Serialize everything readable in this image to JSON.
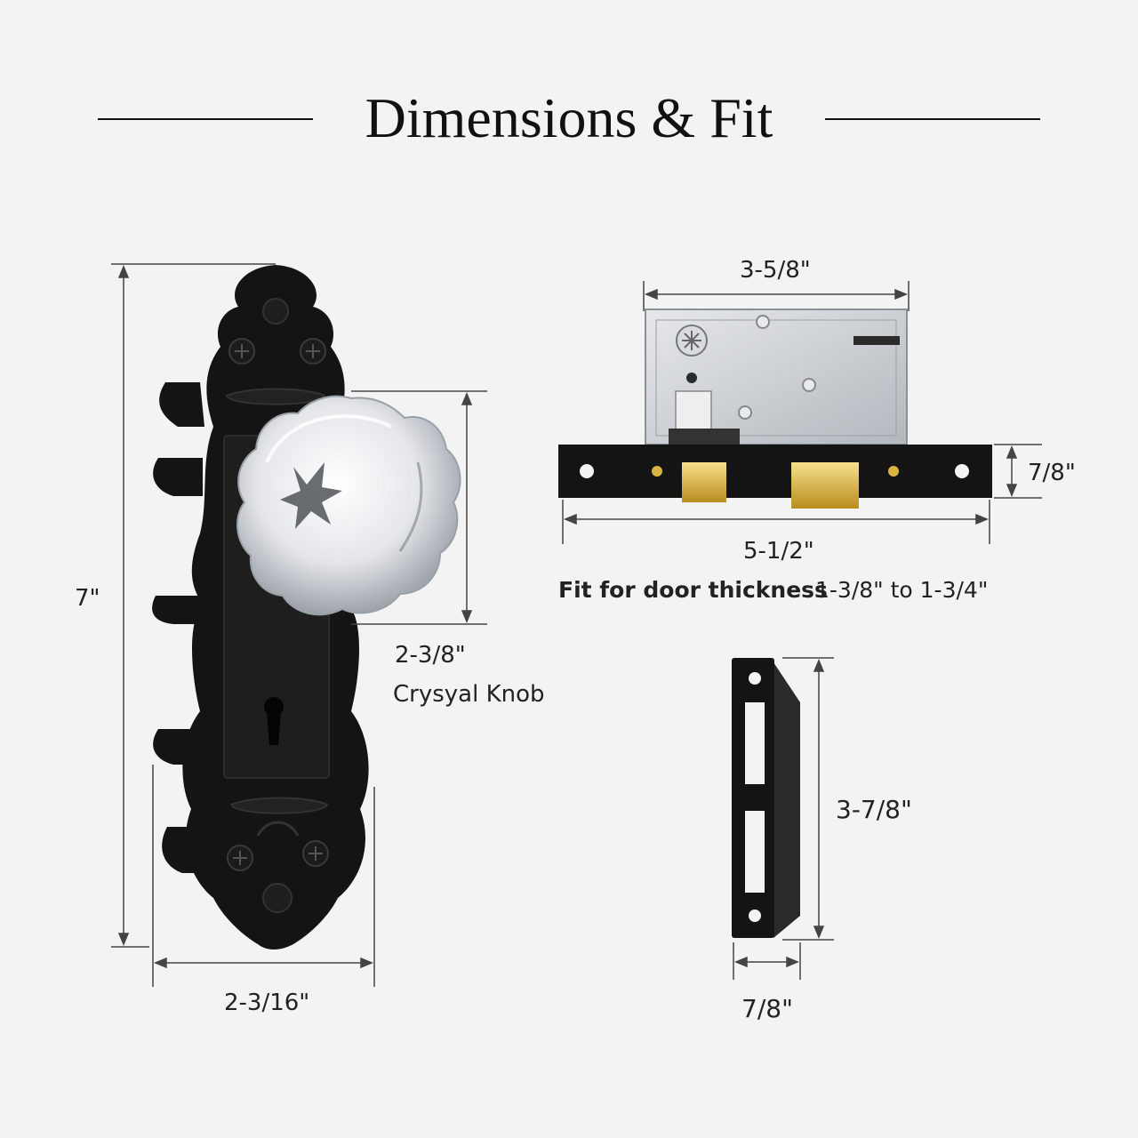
{
  "title": "Dimensions & Fit",
  "plate": {
    "height": "7\"",
    "width": "2-3/16\"",
    "knob_size": "2-3/8\"",
    "knob_label": "Crysyal Knob"
  },
  "mortise": {
    "body_width": "3-5/8\"",
    "faceplate_height": "7/8\"",
    "faceplate_length": "5-1/2\"",
    "fit_label": "Fit for door thickness",
    "fit_range": "1-3/8\" to  1-3/4\""
  },
  "strike": {
    "height": "3-7/8\"",
    "width": "7/8\""
  },
  "colors": {
    "background": "#f3f3f3",
    "finish": "#121212",
    "brass": "#d9b441",
    "steel": "#c9ccd0"
  }
}
